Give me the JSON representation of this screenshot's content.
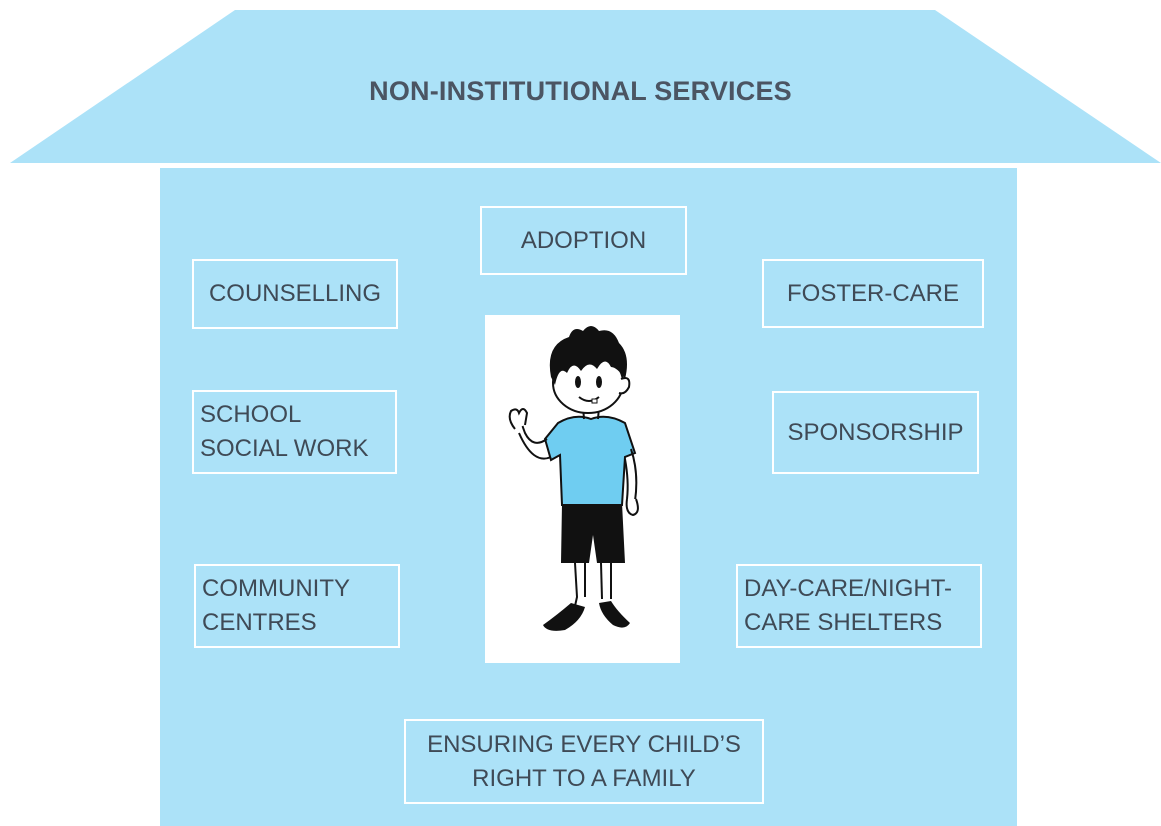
{
  "title": "NON-INSTITUTIONAL SERVICES",
  "colors": {
    "house": "#ace2f8",
    "text": "#3f4a56",
    "box_border": "#ffffff",
    "shirt": "#6fcdf1",
    "shorts": "#111111"
  },
  "services": {
    "adoption": "ADOPTION",
    "counselling": "COUNSELLING",
    "foster_care": "FOSTER-CARE",
    "school_social_work": [
      "SCHOOL",
      "SOCIAL WORK"
    ],
    "sponsorship": "SPONSORSHIP",
    "community_centres": [
      "COMMUNITY",
      "CENTRES"
    ],
    "day_night_care": [
      "DAY-CARE/NIGHT-",
      "CARE SHELTERS"
    ]
  },
  "goal": [
    "ENSURING EVERY CHILD’S",
    "RIGHT TO A FAMILY"
  ],
  "illustration": "child-waving-icon"
}
